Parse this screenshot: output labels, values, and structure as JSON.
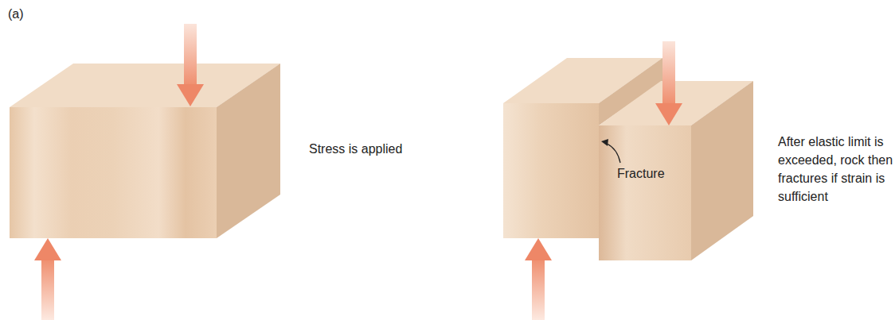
{
  "diagram": {
    "labels": [
      "(a)",
      "Stress is applied",
      "Fracture",
      "After elastic limit is exceeded, rock then fractures if strain is sufficient"
    ]
  }
}
